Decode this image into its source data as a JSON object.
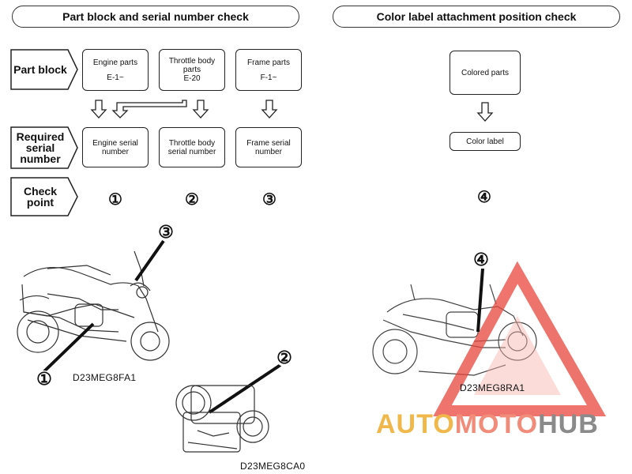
{
  "headers": {
    "left": "Part block and serial number check",
    "right": "Color label attachment position check"
  },
  "row_labels": {
    "part_block": "Part block",
    "required_serial": "Required serial number",
    "check_point": "Check point"
  },
  "part_blocks": [
    {
      "name": "Engine parts",
      "code": "E-1~"
    },
    {
      "name": "Throttle body parts",
      "code": "E-20"
    },
    {
      "name": "Frame parts",
      "code": "F-1~"
    }
  ],
  "serial_numbers": [
    "Engine serial number",
    "Throttle body serial number",
    "Frame serial number"
  ],
  "check_points": [
    "①",
    "②",
    "③",
    "④"
  ],
  "color": {
    "parts": "Colored parts",
    "label": "Color label"
  },
  "image_codes": {
    "bike_left": "D23MEG8FA1",
    "throttle": "D23MEG8CA0",
    "bike_right": "D23MEG8RA1"
  },
  "watermark": {
    "part1": "AUTO",
    "part2": "MOTO",
    "part3": "HUB"
  },
  "colors": {
    "watermark_red": "#e8463c",
    "watermark_gold": "#f0b84a",
    "watermark_gray": "#8a8a8a"
  }
}
